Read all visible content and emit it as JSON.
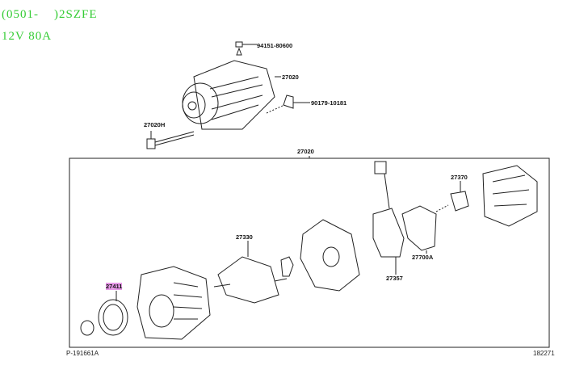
{
  "header": {
    "line1": "(0501-    )2SZFE",
    "line2": "12V 80A"
  },
  "callouts": {
    "nut": "94151-80600",
    "alternator_assy": "27020",
    "bracket": "90179-10181",
    "bolt": "27020H",
    "exploded_assy": "27020",
    "rotor": "27330",
    "cover": "27370",
    "brush_holder": "27700A",
    "rectifier": "27357",
    "pulley": "27411"
  },
  "footer": {
    "left": "P-191661A",
    "right": "182271"
  },
  "colors": {
    "header": "#33cc33",
    "highlight": "#e79ae8"
  }
}
